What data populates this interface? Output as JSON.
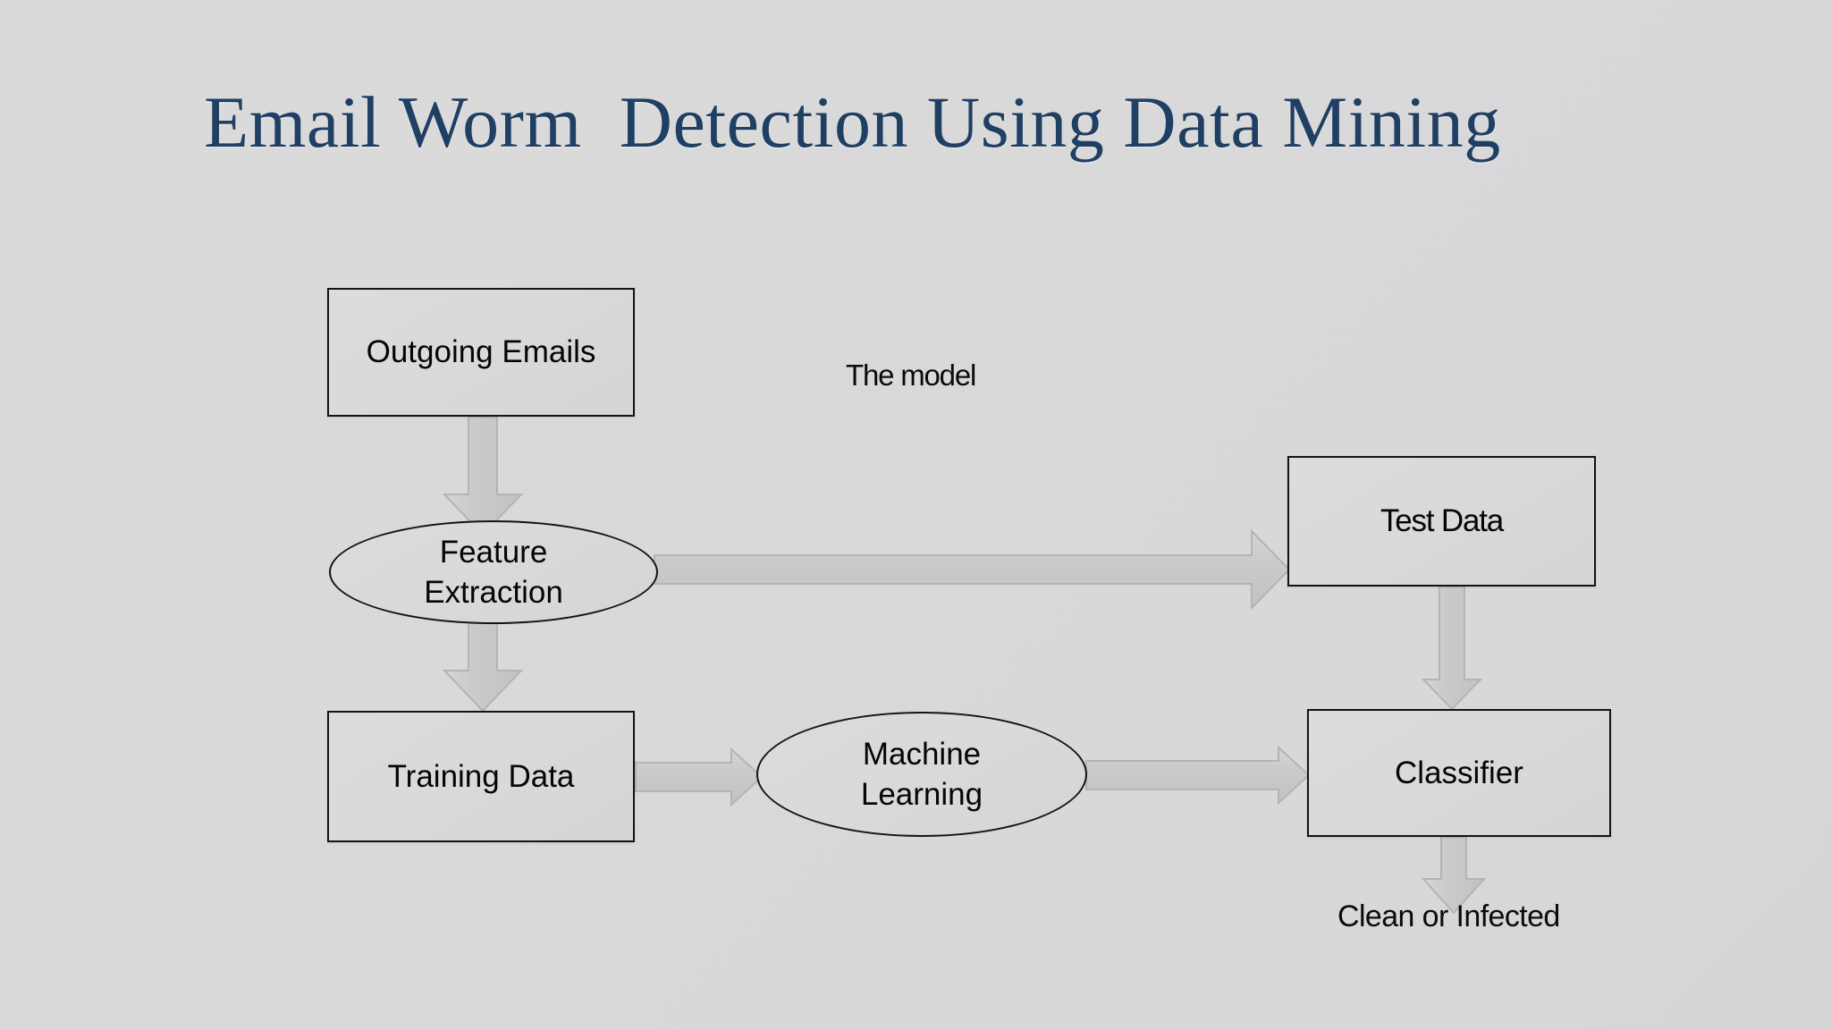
{
  "slide": {
    "title": "Email Worm  Detection Using Data Mining",
    "title_color": "#1f3f63",
    "background_color": "#d9d9d9"
  },
  "nodes": {
    "outgoing_emails": {
      "label": "Outgoing Emails",
      "shape": "rectangle"
    },
    "the_model": {
      "label": "The model",
      "shape": "text"
    },
    "feature_extraction": {
      "label": "Feature\nExtraction",
      "shape": "ellipse"
    },
    "test_data": {
      "label": "Test Data",
      "shape": "rectangle"
    },
    "training_data": {
      "label": "Training Data",
      "shape": "rectangle"
    },
    "machine_learning": {
      "label": "Machine\nLearning",
      "shape": "ellipse"
    },
    "classifier": {
      "label": "Classifier",
      "shape": "rectangle"
    },
    "clean_or_infected": {
      "label": "Clean or Infected",
      "shape": "text"
    }
  },
  "edges": [
    {
      "name": "outgoing-emails-to-feature-extraction",
      "from": "outgoing_emails",
      "to": "feature_extraction",
      "direction": "down"
    },
    {
      "name": "feature-extraction-to-test-data",
      "from": "feature_extraction",
      "to": "test_data",
      "direction": "right"
    },
    {
      "name": "feature-extraction-to-training-data",
      "from": "feature_extraction",
      "to": "training_data",
      "direction": "down"
    },
    {
      "name": "training-data-to-machine-learning",
      "from": "training_data",
      "to": "machine_learning",
      "direction": "right"
    },
    {
      "name": "machine-learning-to-classifier",
      "from": "machine_learning",
      "to": "classifier",
      "direction": "right"
    },
    {
      "name": "test-data-to-classifier",
      "from": "test_data",
      "to": "classifier",
      "direction": "down"
    },
    {
      "name": "classifier-to-clean-or-infected",
      "from": "classifier",
      "to": "clean_or_infected",
      "direction": "down"
    }
  ],
  "colors": {
    "node_border": "#131313",
    "node_fill": "#d9d9d9",
    "arrow_fill": "#c8c8c8",
    "arrow_border": "#b0b0b0",
    "text": "#050505"
  }
}
